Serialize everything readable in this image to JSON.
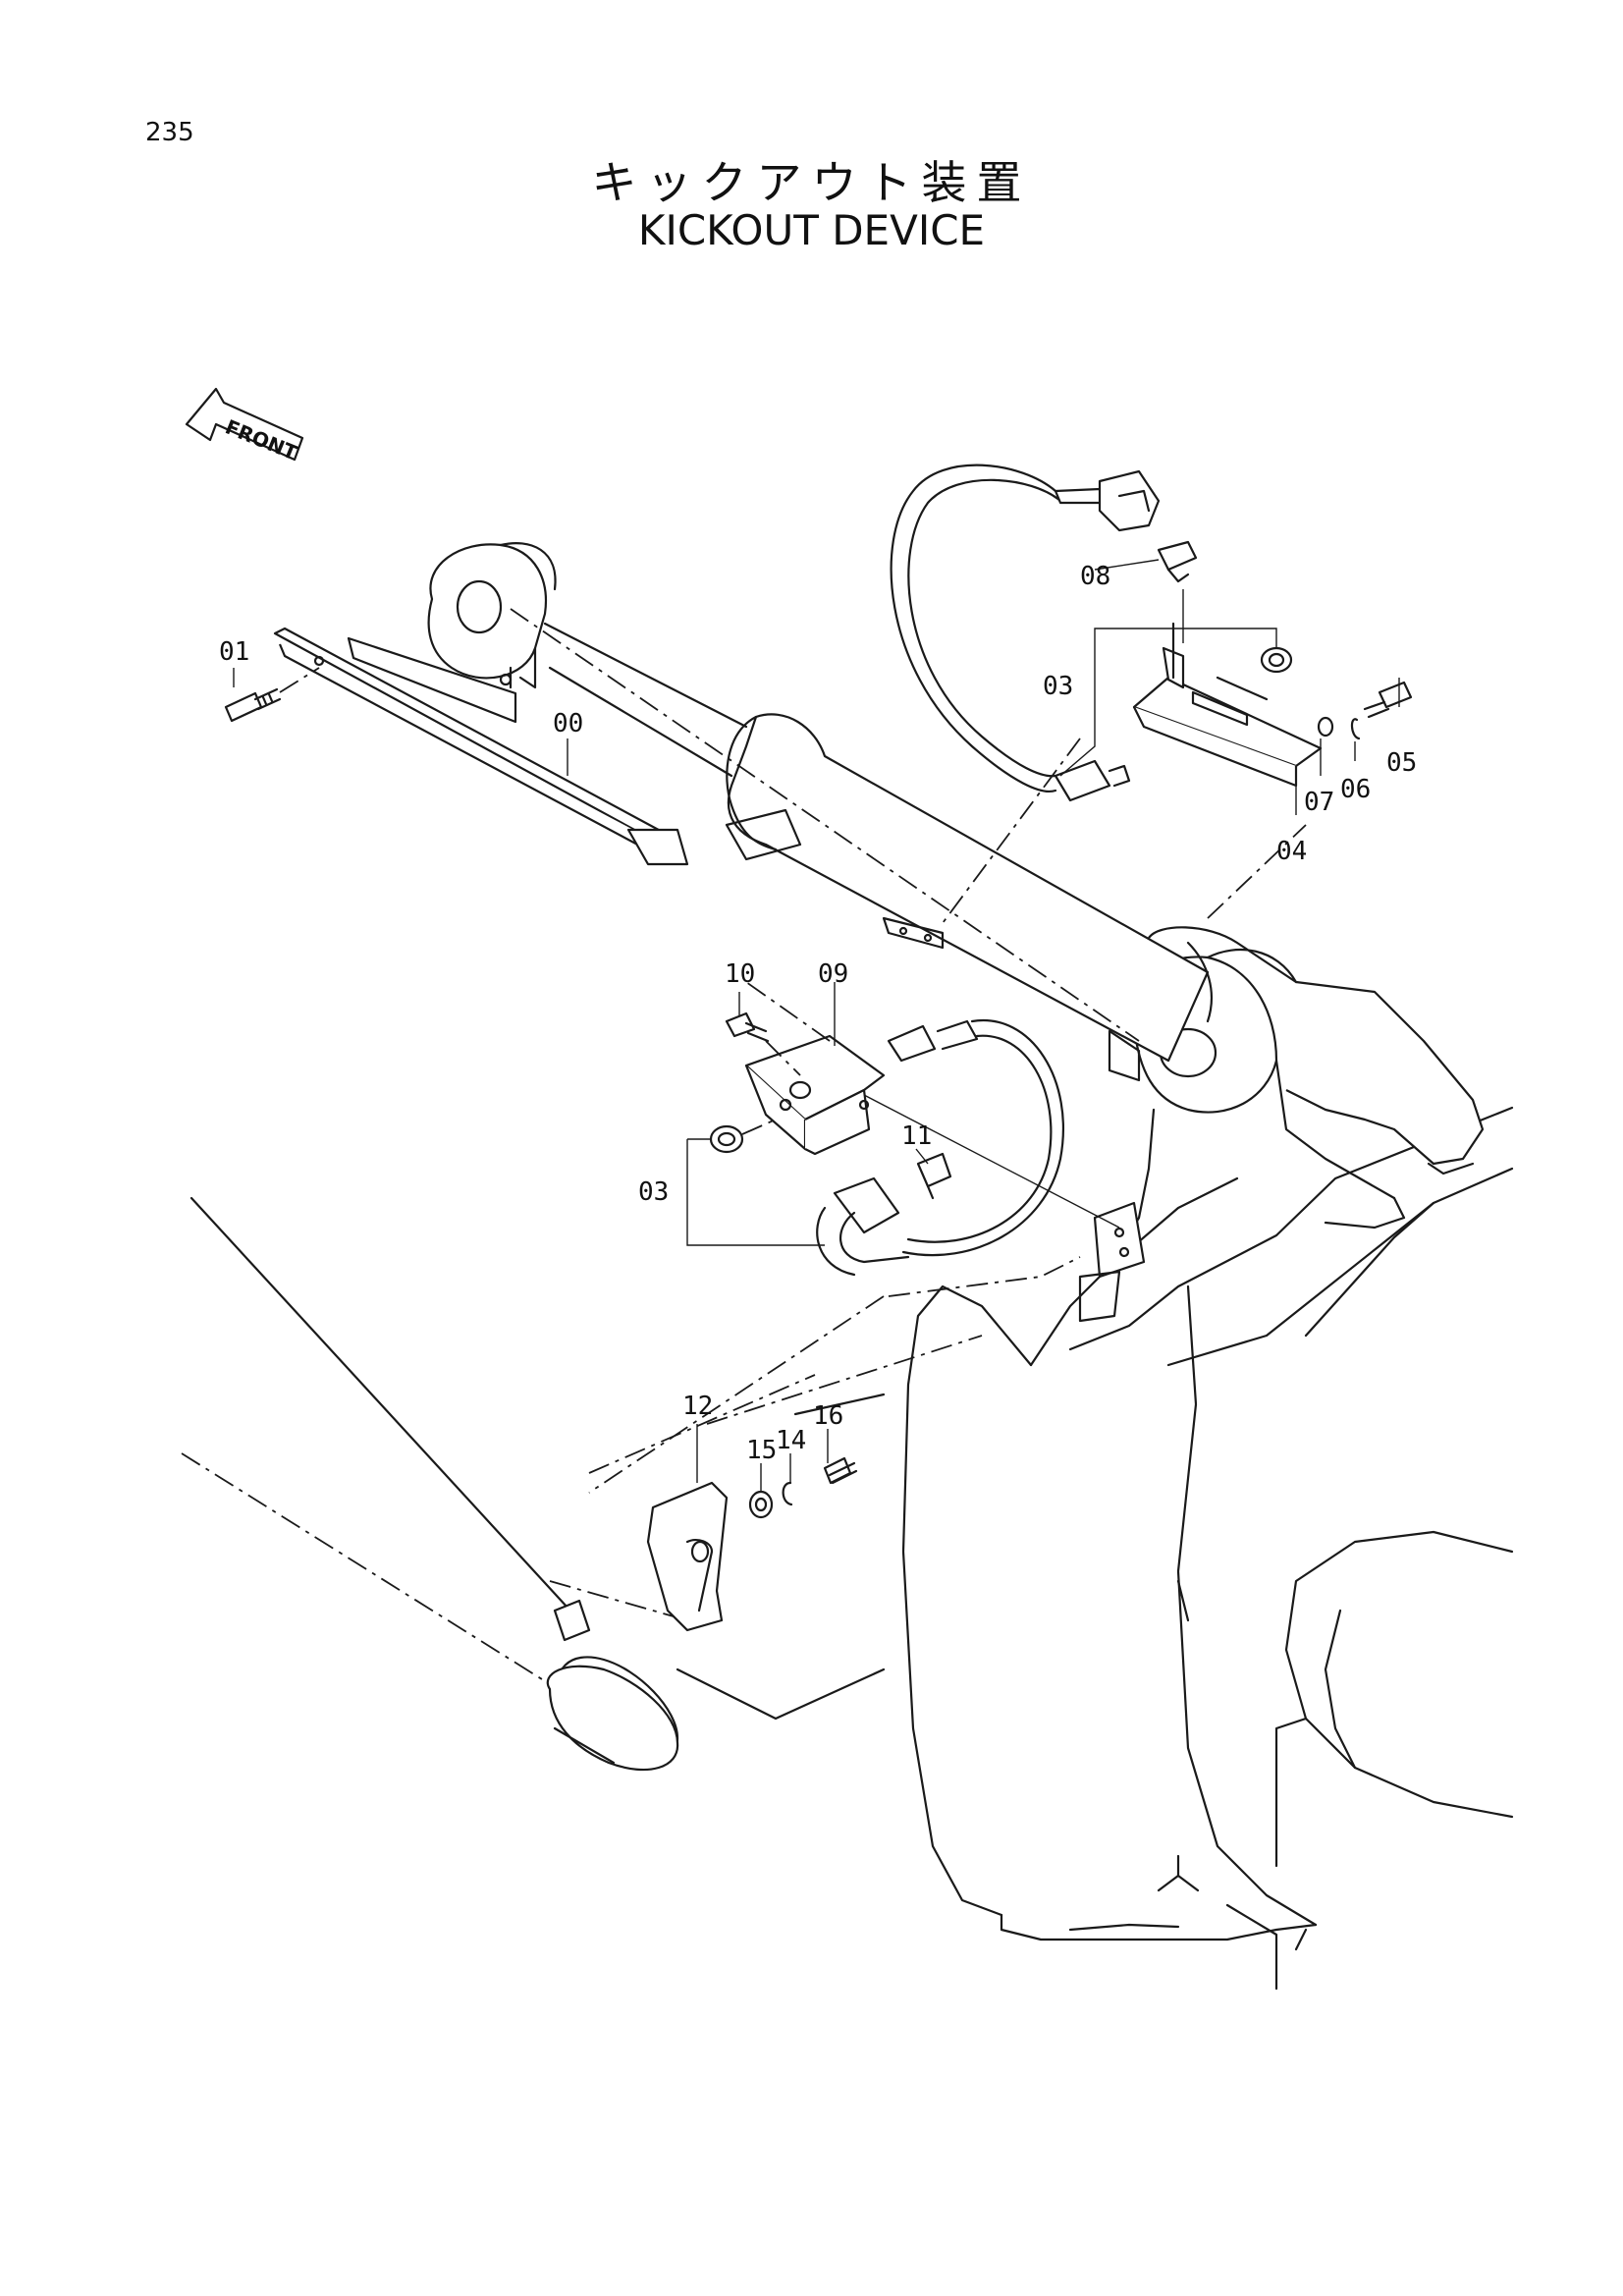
{
  "page_number": "235",
  "title": {
    "japanese": "キックアウト装置",
    "english": "KICKOUT DEVICE"
  },
  "direction_indicator": {
    "label": "FRONT"
  },
  "callouts": {
    "c00": "00",
    "c01": "01",
    "c03a": "03",
    "c03b": "03",
    "c04": "04",
    "c05": "05",
    "c06": "06",
    "c07": "07",
    "c08": "08",
    "c09": "09",
    "c10": "10",
    "c11": "11",
    "c12": "12",
    "c14": "14",
    "c15": "15",
    "c16": "16"
  }
}
